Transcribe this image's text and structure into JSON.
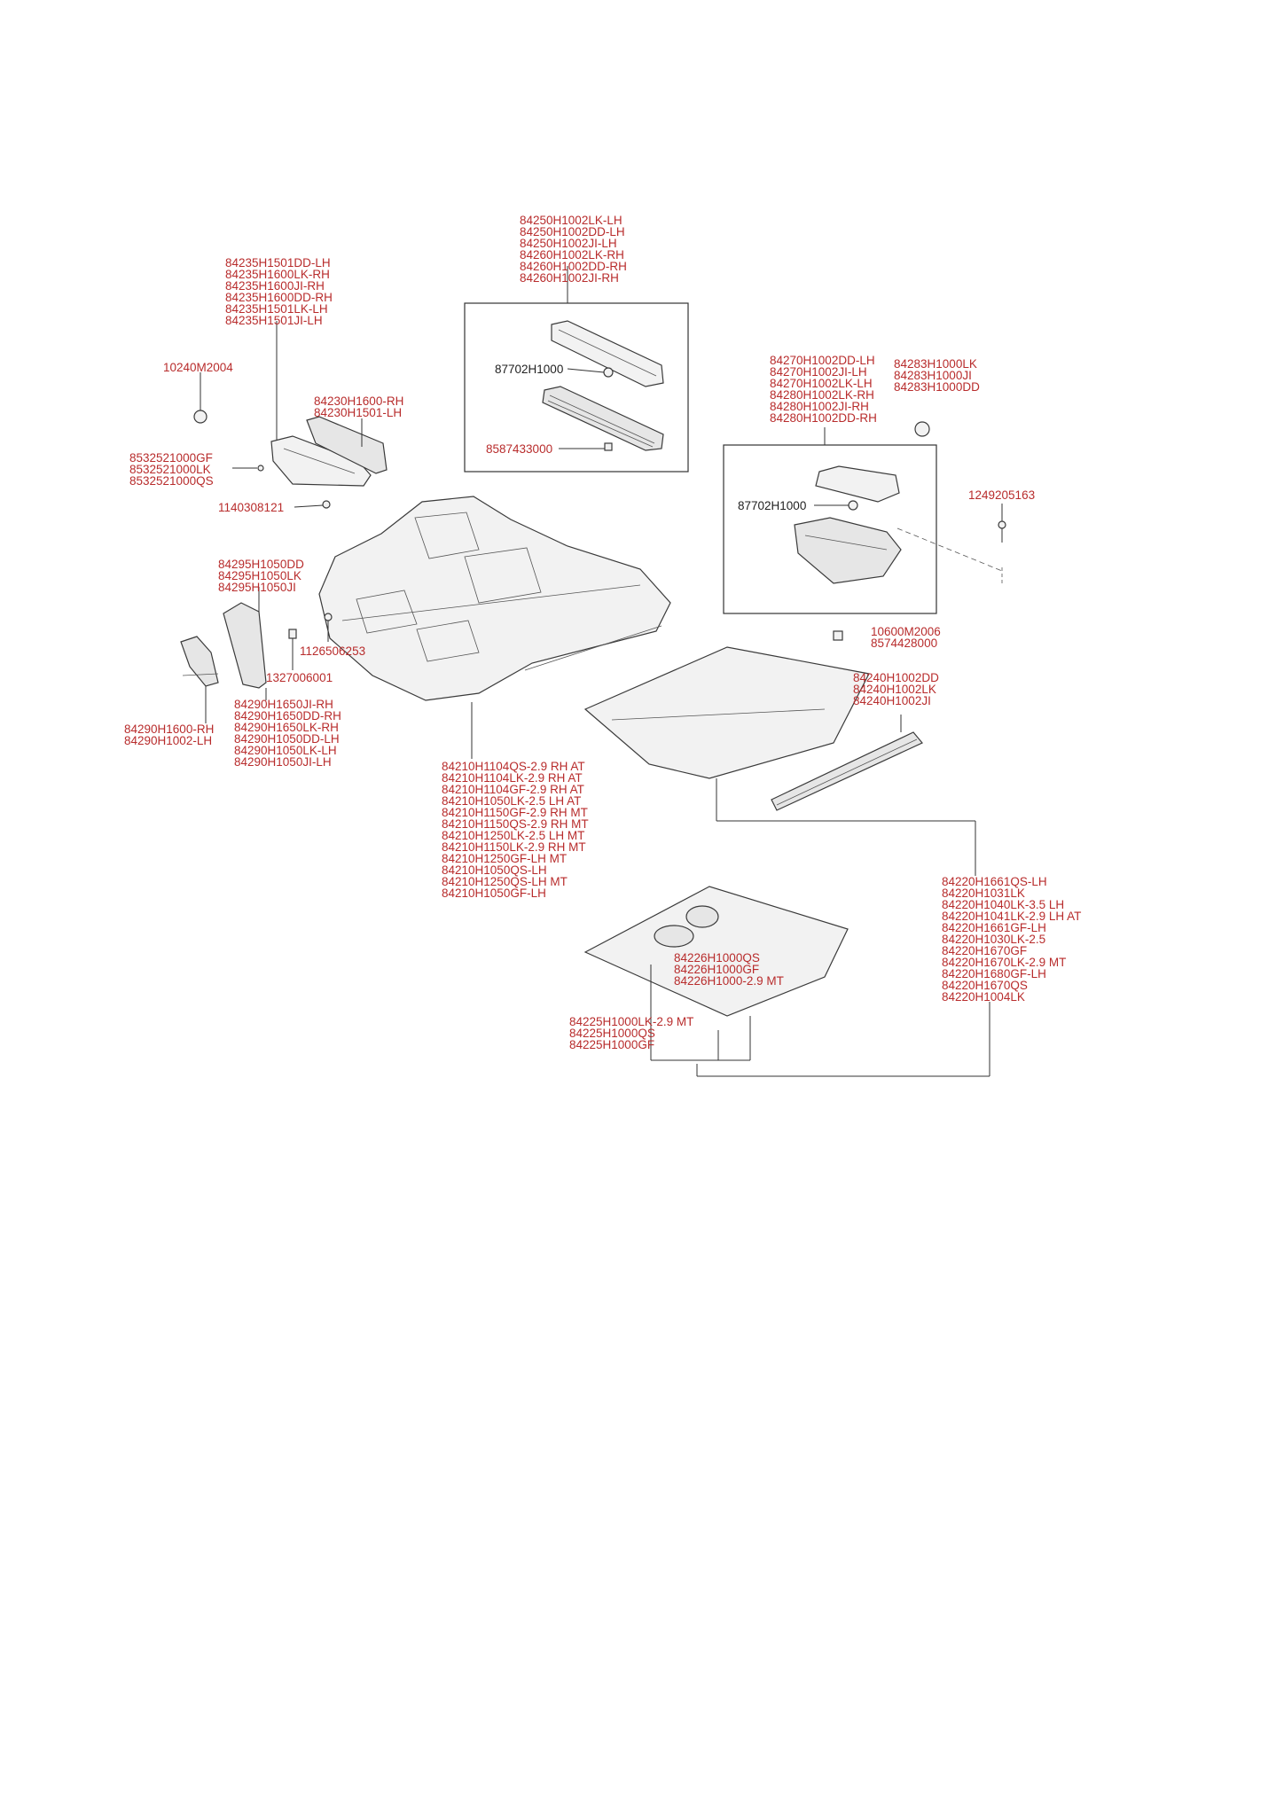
{
  "label_color": "#b82c2c",
  "labels": {
    "sill_front": [
      "84250H1002LK-LH",
      "84250H1002DD-LH",
      "84250H1002JI-LH",
      "84260H1002LK-RH",
      "84260H1002DD-RH",
      "84260H1002JI-RH"
    ],
    "cover_side": [
      "84235H1501DD-LH",
      "84235H1600LK-RH",
      "84235H1600JI-RH",
      "84235H1600DD-RH",
      "84235H1501LK-LH",
      "84235H1501JI-LH"
    ],
    "nut_10240": [
      "10240M2004"
    ],
    "bracket_84230": [
      "84230H1600-RH",
      "84230H1501-LH"
    ],
    "screw_85325": [
      "8532521000GF",
      "8532521000LK",
      "8532521000QS"
    ],
    "bolt_1140": [
      "1140308121"
    ],
    "clip_front": [
      "87702H1000"
    ],
    "clip_front_b": [
      "8587433000"
    ],
    "sill_rear": [
      "84270H1002DD-LH",
      "84270H1002JI-LH",
      "84270H1002LK-LH",
      "84280H1002LK-RH",
      "84280H1002JI-RH",
      "84280H1002DD-RH"
    ],
    "cap_84283": [
      "84283H1000LK",
      "84283H1000JI",
      "84283H1000DD"
    ],
    "screw_1249": [
      "1249205163"
    ],
    "clip_rear": [
      "87702H1000"
    ],
    "trim_84295": [
      "84295H1050DD",
      "84295H1050LK",
      "84295H1050JI"
    ],
    "bolt_1126": [
      "1126506253"
    ],
    "bolt_1327": [
      "1327006001"
    ],
    "trim_84290a": [
      "84290H1650JI-RH",
      "84290H1650DD-RH",
      "84290H1650LK-RH",
      "84290H1050DD-LH",
      "84290H1050LK-LH",
      "84290H1050JI-LH"
    ],
    "bracket_84290": [
      "84290H1600-RH",
      "84290H1002-LH"
    ],
    "fastener_10600": [
      "10600M2006",
      "8574428000"
    ],
    "scuff_84240": [
      "84240H1002DD",
      "84240H1002LK",
      "84240H1002JI"
    ],
    "carpet_84210": [
      "84210H1104QS-2.9 RH AT",
      "84210H1104LK-2.9 RH AT",
      "84210H1104GF-2.9 RH AT",
      "84210H1050LK-2.5 LH AT",
      "84210H1150GF-2.9 RH MT",
      "84210H1150QS-2.9 RH MT",
      "84210H1250LK-2.5 LH MT",
      "84210H1150LK-2.9 RH MT",
      "84210H1250GF-LH MT",
      "84210H1050QS-LH",
      "84210H1250QS-LH MT",
      "84210H1050GF-LH"
    ],
    "carpet_84220": [
      "84220H1661QS-LH",
      "84220H1031LK",
      "84220H1040LK-3.5 LH",
      "84220H1041LK-2.9 LH AT",
      "84220H1661GF-LH",
      "84220H1030LK-2.5",
      "84220H1670GF",
      "84220H1670LK-2.9 MT",
      "84220H1680GF-LH",
      "84220H1670QS",
      "84220H1004LK"
    ],
    "cover_84226": [
      "84226H1000QS",
      "84226H1000GF",
      "84226H1000-2.9 MT"
    ],
    "cover_84225": [
      "84225H1000LK-2.9 MT",
      "84225H1000QS",
      "84225H1000GF"
    ]
  }
}
